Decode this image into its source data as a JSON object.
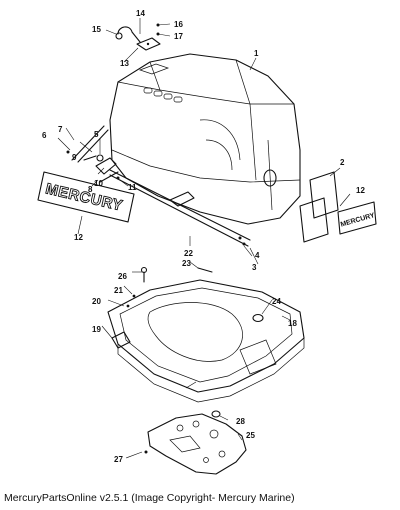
{
  "caption": "MercuryPartsOnline v2.5.1 (Image Copyright- Mercury Marine)",
  "decal_text": "MERCURY",
  "colors": {
    "ink": "#111111",
    "paper": "#ffffff"
  },
  "callouts": {
    "c1": "1",
    "c2": "2",
    "c3": "3",
    "c4": "4",
    "c5": "5",
    "c6": "6",
    "c7": "7",
    "c8": "8",
    "c9": "9",
    "c10": "10",
    "c11": "11",
    "c12a": "12",
    "c12b": "12",
    "c13": "13",
    "c14": "14",
    "c15": "15",
    "c16": "16",
    "c17": "17",
    "c18": "18",
    "c19": "19",
    "c20": "20",
    "c21": "21",
    "c22": "22",
    "c23": "23",
    "c24": "24",
    "c25": "25",
    "c26": "26",
    "c27": "27",
    "c28": "28"
  }
}
